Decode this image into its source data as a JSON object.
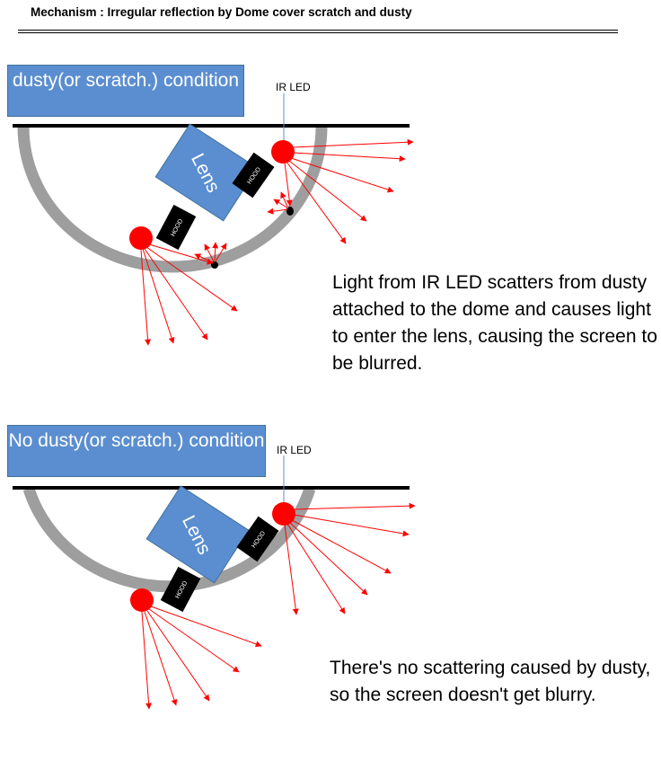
{
  "title": "Mechanism : Irregular reflection by Dome cover scratch and dusty",
  "panels": [
    {
      "condition": "dusty(or scratch.) condition",
      "ir_led_label": "IR LED",
      "lens_label": "Lens",
      "hood_label": "HOOD",
      "caption": "Light from IR LED scatters from dusty attached to the dome and causes light to enter the lens, causing the screen to be blurred."
    },
    {
      "condition": "No dusty(or scratch.) condition",
      "ir_led_label": "IR LED",
      "lens_label": "Lens",
      "hood_label": "HOOD",
      "caption": "There's no scattering caused by dusty, so the screen doesn't get blurry."
    }
  ],
  "colors": {
    "dome": "#9e9e9e",
    "led": "#ff0000",
    "ray": "#ff0000",
    "lens": "#5b8ed0",
    "hood": "#000000",
    "condition_box": "#5b8ed0"
  }
}
